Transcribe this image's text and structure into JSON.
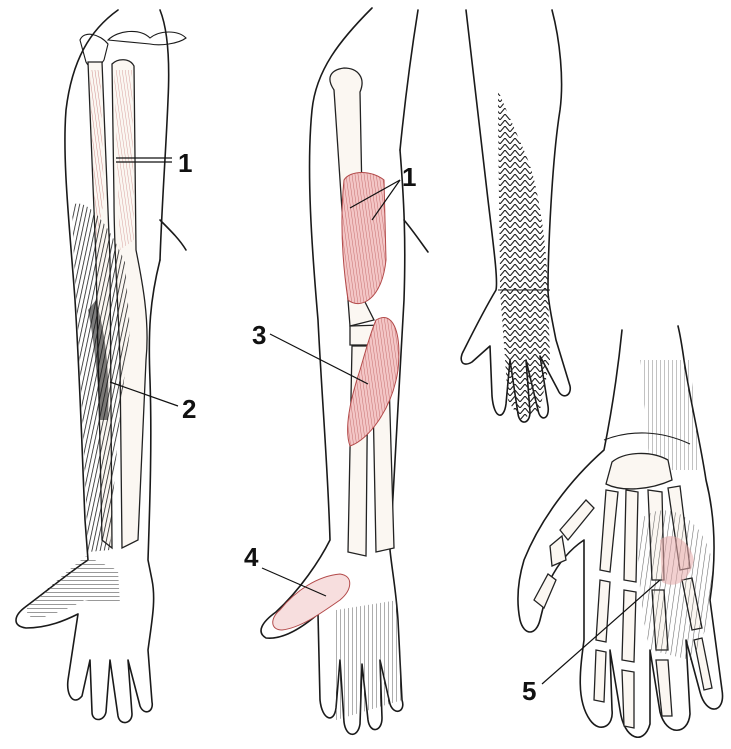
{
  "labels": {
    "l1a": "1",
    "l1b": "1",
    "l2": "2",
    "l3": "3",
    "l4": "4",
    "l5": "5"
  },
  "colors": {
    "line": "#1a1a1a",
    "hatch_dark": "#222222",
    "hatch_medium": "#555555",
    "muscle_tint": "#e8a9a9",
    "muscle_stroke": "#b34a4a",
    "background": "#ffffff"
  }
}
